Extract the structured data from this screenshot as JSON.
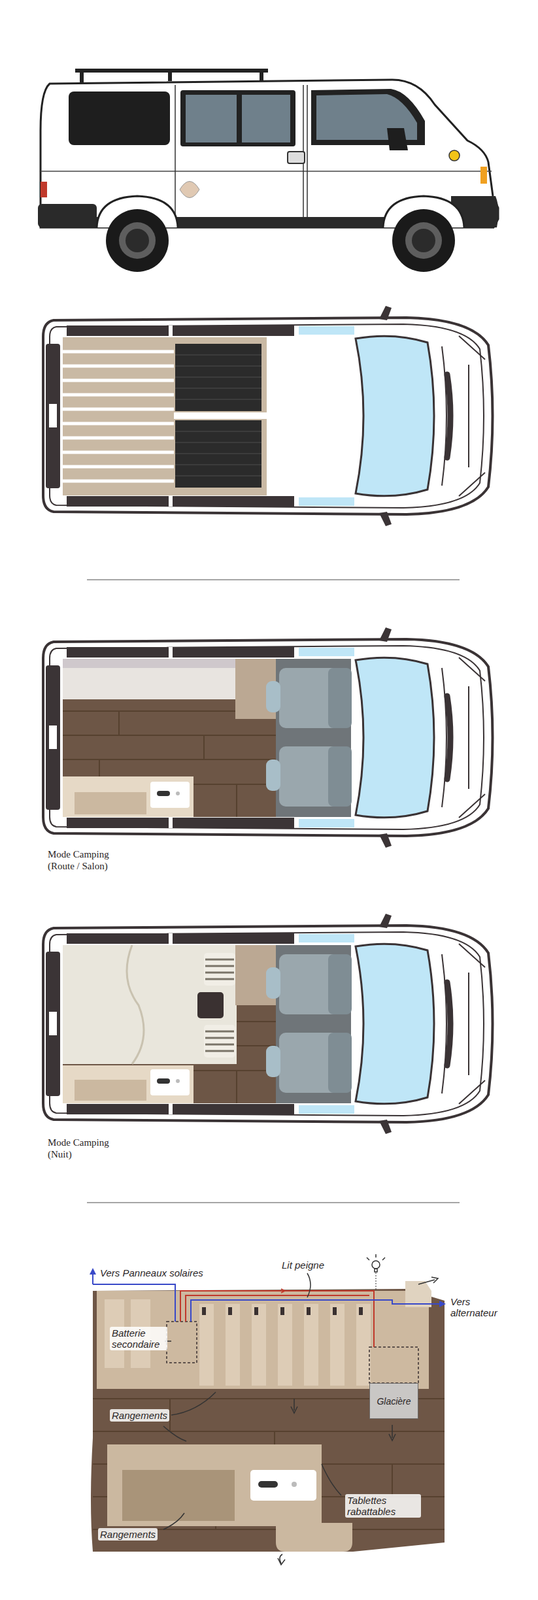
{
  "diagram": {
    "nodes": [
      {
        "text": [
          "Glacière"
        ]
      }
    ],
    "labels": [
      "Mode Camping (Route / Salon)",
      "Mode Camping (Nuit)",
      "Vers Panneaux solaires",
      "Lit peigne",
      "Vers alternateur",
      "Batterie secondaire",
      "Rangements",
      "Rangements",
      "Tablettes rabattables"
    ]
  }
}
